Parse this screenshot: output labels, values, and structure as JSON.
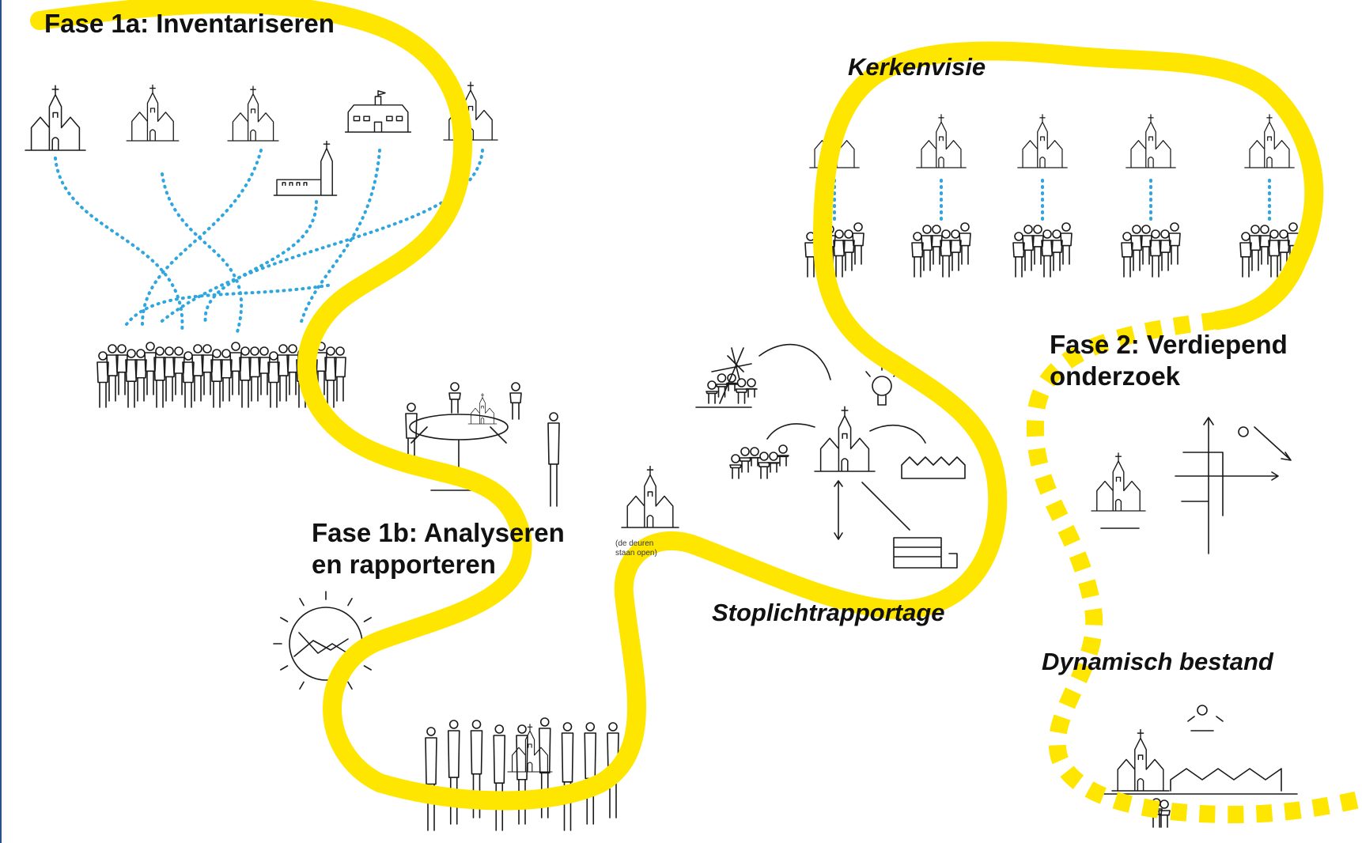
{
  "labels": {
    "phase_1a": "Fase 1a: Inventariseren",
    "phase_1b_line1": "Fase 1b: Analyseren",
    "phase_1b_line2": "en rapporteren",
    "kerkenvisie": "Kerkenvisie",
    "stoplicht": "Stoplichtrapportage",
    "phase_2_line1": "Fase 2: Verdiepend",
    "phase_2_line2": "onderzoek",
    "dynamisch": "Dynamisch bestand",
    "church_note": "(de deuren\nstaan open)"
  },
  "colors": {
    "path": "#FFE600",
    "dots": "#2FA6DE",
    "ink": "#1a1a1a",
    "text": "#111111",
    "edge": "#2b4f8a"
  },
  "icons": [
    "church-icon",
    "townhall-icon",
    "chapel-icon",
    "crowd-icon",
    "meeting-table-icon",
    "handshake-icon",
    "group-with-church-icon",
    "windmill-icon",
    "lightbulb-icon",
    "houses-icon",
    "factory-icon",
    "sun-icon",
    "compass-arrows-icon",
    "person-icon"
  ]
}
